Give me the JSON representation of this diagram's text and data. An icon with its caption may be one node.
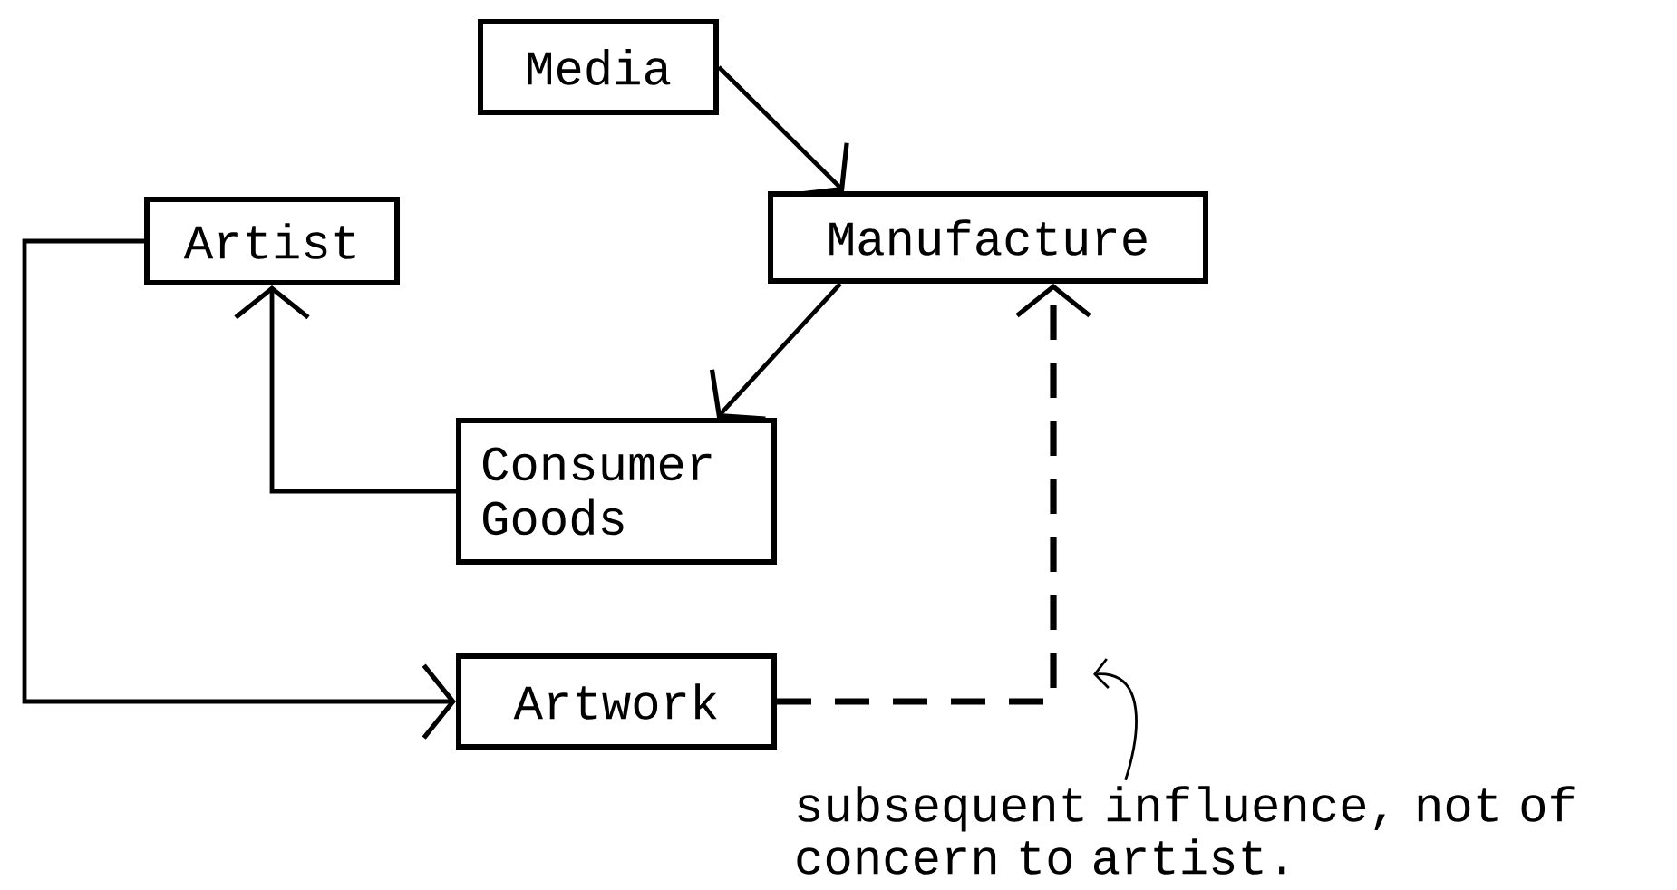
{
  "diagram": {
    "nodes": [
      {
        "text": [
          "Media"
        ]
      },
      {
        "text": [
          "Artist"
        ]
      },
      {
        "text": [
          "Manufacture"
        ]
      },
      {
        "text": [
          "Consumer Goods"
        ]
      },
      {
        "text": [
          "Artwork"
        ]
      },
      {
        "text": [
          "subsequent influence, not of concern to artist."
        ]
      }
    ],
    "edges": [
      {
        "from": 0,
        "to": 2,
        "arrow": "to"
      },
      {
        "from": 2,
        "to": 3,
        "arrow": "to"
      },
      {
        "from": 3,
        "to": 1,
        "arrow": "to"
      },
      {
        "from": 1,
        "to": 4,
        "arrow": "to"
      },
      {
        "from": 4,
        "to": 2,
        "arrow": "to",
        "style": "dashed"
      },
      {
        "from": 5,
        "to": null,
        "arrow": "to"
      }
    ]
  }
}
